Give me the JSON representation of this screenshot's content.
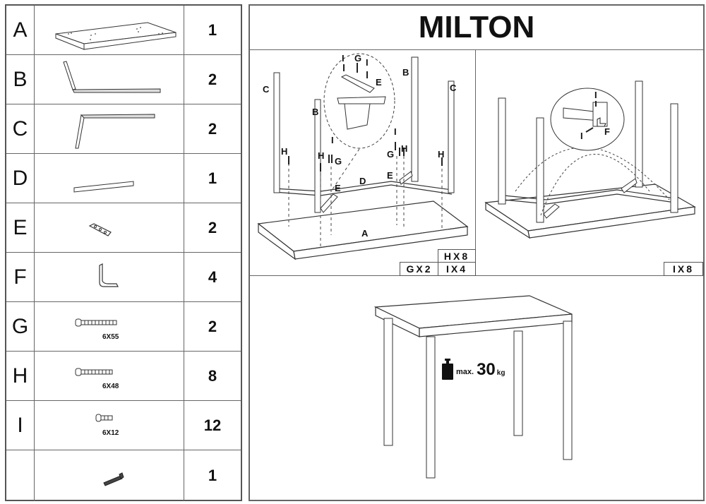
{
  "title": "MILTON",
  "parts": [
    {
      "letter": "A",
      "icon": "tabletop-panel",
      "qty": "1",
      "spec": ""
    },
    {
      "letter": "B",
      "icon": "leg-frame-b",
      "qty": "2",
      "spec": ""
    },
    {
      "letter": "C",
      "icon": "leg-frame-c",
      "qty": "2",
      "spec": ""
    },
    {
      "letter": "D",
      "icon": "rail-bar",
      "qty": "1",
      "spec": ""
    },
    {
      "letter": "E",
      "icon": "connector-plate",
      "qty": "2",
      "spec": ""
    },
    {
      "letter": "F",
      "icon": "corner-bracket",
      "qty": "4",
      "spec": ""
    },
    {
      "letter": "G",
      "icon": "bolt-long",
      "qty": "2",
      "spec": "6X55"
    },
    {
      "letter": "H",
      "icon": "bolt-medium",
      "qty": "8",
      "spec": "6X48"
    },
    {
      "letter": "I",
      "icon": "bolt-short",
      "qty": "12",
      "spec": "6X12"
    },
    {
      "letter": "",
      "icon": "allen-key",
      "qty": "1",
      "spec": ""
    }
  ],
  "step1": {
    "labels": {
      "c_left": "C",
      "c_right": "C",
      "b_left": "B",
      "b_right": "B",
      "d": "D",
      "a": "A",
      "h1": "H",
      "h2": "H",
      "h3": "H",
      "h4": "H",
      "g1": "G",
      "g2": "G",
      "g_detail": "G",
      "e1": "E",
      "e2": "E",
      "e_detail": "E",
      "i1": "I",
      "i2": "I",
      "i_detail1": "I",
      "i_detail2": "I"
    },
    "counts": [
      "HX8",
      "GX2",
      "IX4"
    ]
  },
  "step2": {
    "labels": {
      "i_top": "I",
      "i_left": "I",
      "f": "F"
    },
    "counts": [
      "IX8"
    ]
  },
  "final": {
    "weight_prefix": "max.",
    "weight_value": "30",
    "weight_unit": "kg",
    "icon": "weight-icon"
  }
}
